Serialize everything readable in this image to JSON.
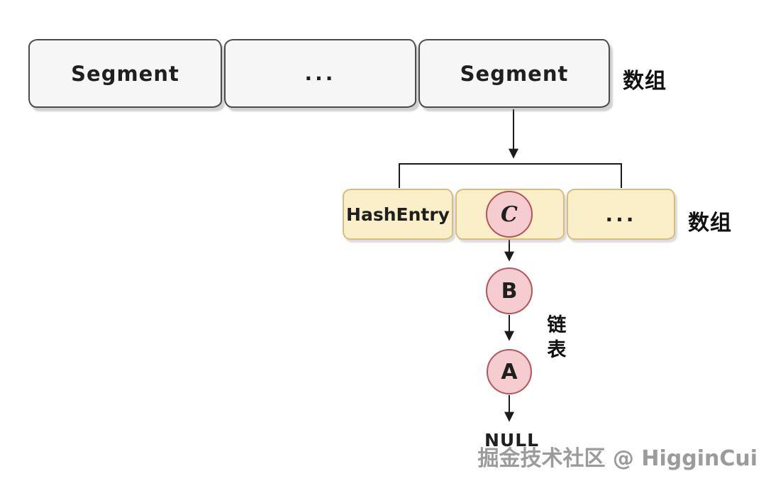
{
  "segment_row": {
    "boxes": [
      {
        "label": "Segment"
      },
      {
        "label": "..."
      },
      {
        "label": "Segment"
      }
    ],
    "side_label": "数组"
  },
  "hash_row": {
    "first_box_label": "HashEntry",
    "ellipsis_label": "...",
    "side_label": "数组"
  },
  "linked_list": {
    "nodes": [
      {
        "label": "C"
      },
      {
        "label": "B"
      },
      {
        "label": "A"
      }
    ],
    "terminal_label": "NULL",
    "side_label": "链表"
  },
  "watermark": "掘金技术社区 @ HigginCui",
  "colors": {
    "segment_box_fill": "#f6f6f6",
    "segment_box_border": "#4b4b4b",
    "hash_box_fill": "#faefc8",
    "hash_box_border": "#d8bd80",
    "node_fill": "#f5cdd0",
    "node_border": "#b2565e",
    "line_color": "#1b1b1b",
    "watermark_color": "#9b9b9b"
  }
}
